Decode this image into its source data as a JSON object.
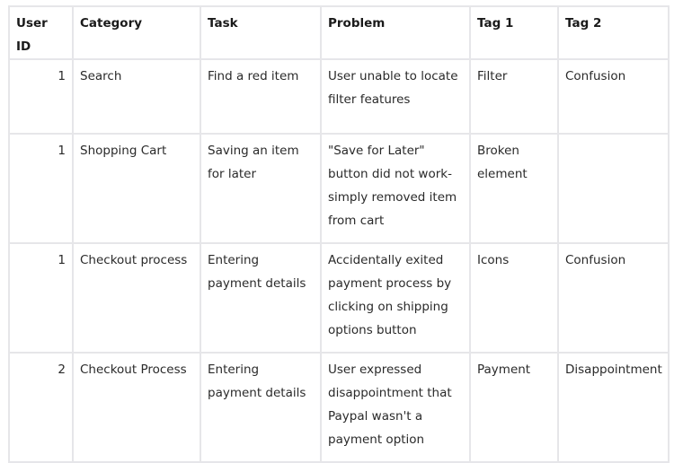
{
  "table": {
    "headers": [
      "User ID",
      "Category",
      "Task",
      "Problem",
      "Tag 1",
      "Tag 2"
    ],
    "rows": [
      [
        "1",
        "Search",
        "Find a red item",
        "User unable to locate filter features",
        "Filter",
        "Confusion"
      ],
      [
        "1",
        "Shopping Cart",
        "Saving an item for later",
        "\"Save for Later\" button did not work- simply removed item from cart",
        "Broken element",
        ""
      ],
      [
        "1",
        "Checkout process",
        "Entering payment details",
        "Accidentally exited payment process by clicking on shipping options button",
        "Icons",
        "Confusion"
      ],
      [
        "2",
        "Checkout Process",
        "Entering payment details",
        "User expressed disappointment that Paypal wasn't a payment option",
        "Payment",
        "Disappointment"
      ]
    ]
  },
  "colors": {
    "border": "#e6e6e9",
    "text": "#222222",
    "background": "#ffffff"
  }
}
